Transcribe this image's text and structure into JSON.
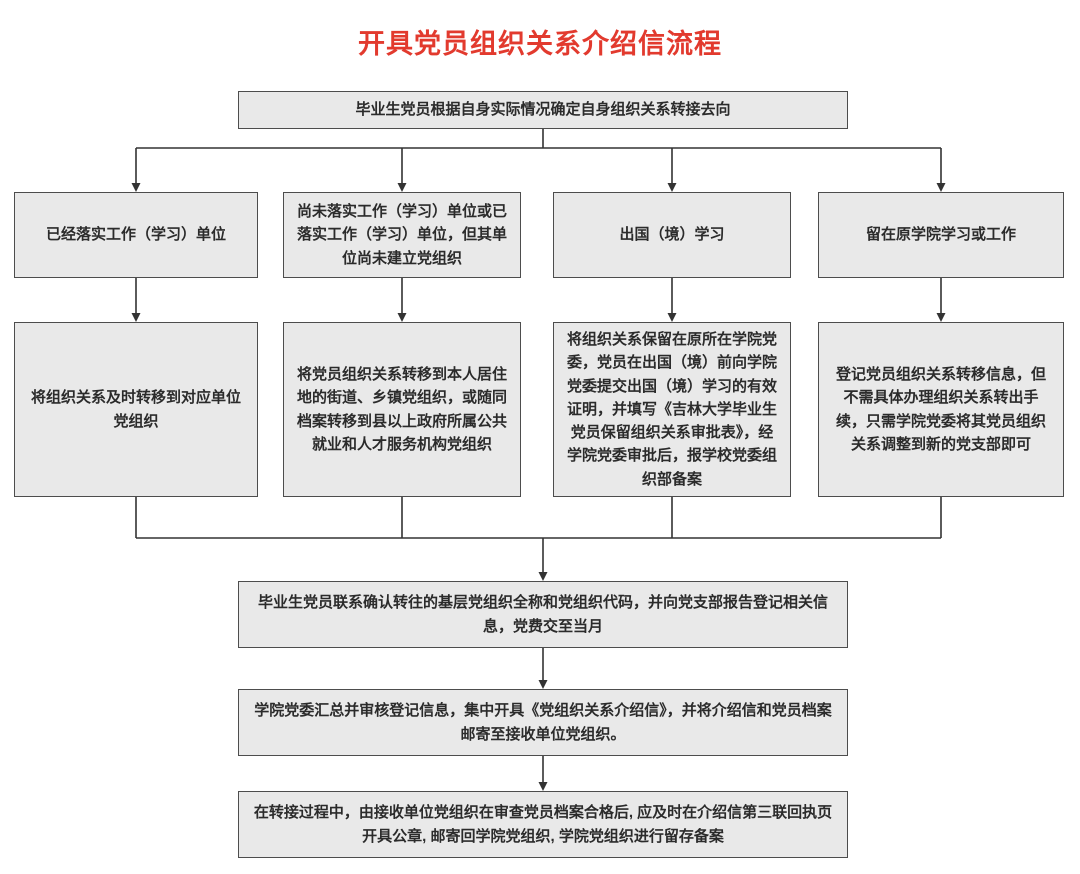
{
  "title": "开具党员组织关系介绍信流程",
  "flow": {
    "start": "毕业生党员根据自身实际情况确定自身组织关系转接去向",
    "branches": [
      {
        "label": "已经落实工作（学习）单位",
        "detail": "将组织关系及时转移到对应单位党组织"
      },
      {
        "label": "尚未落实工作（学习）单位或已落实工作（学习）单位，但其单位尚未建立党组织",
        "detail": "将党员组织关系转移到本人居住地的街道、乡镇党组织，或随同档案转移到县以上政府所属公共就业和人才服务机构党组织"
      },
      {
        "label": "出国（境）学习",
        "detail": "将组织关系保留在原所在学院党委，党员在出国（境）前向学院党委提交出国（境）学习的有效证明，并填写《吉林大学毕业生党员保留组织关系审批表》，经学院党委审批后，报学校党委组织部备案"
      },
      {
        "label": "留在原学院学习或工作",
        "detail": "登记党员组织关系转移信息，但不需具体办理组织关系转出手续，只需学院党委将其党员组织关系调整到新的党支部即可"
      }
    ],
    "step_confirm": "毕业生党员联系确认转往的基层党组织全称和党组织代码，并向党支部报告登记相关信息，党费交至当月",
    "step_issue": "学院党委汇总并审核登记信息，集中开具《党组织关系介绍信》，并将介绍信和党员档案邮寄至接收单位党组织。",
    "step_return": "在转接过程中，由接收单位党组织在审查党员档案合格后, 应及时在介绍信第三联回执页开具公章, 邮寄回学院党组织, 学院党组织进行留存备案"
  },
  "colors": {
    "title_red": "#e23a2e",
    "box_background": "#e9e9e9",
    "box_border": "#4d4d4d",
    "connector": "#333333"
  }
}
